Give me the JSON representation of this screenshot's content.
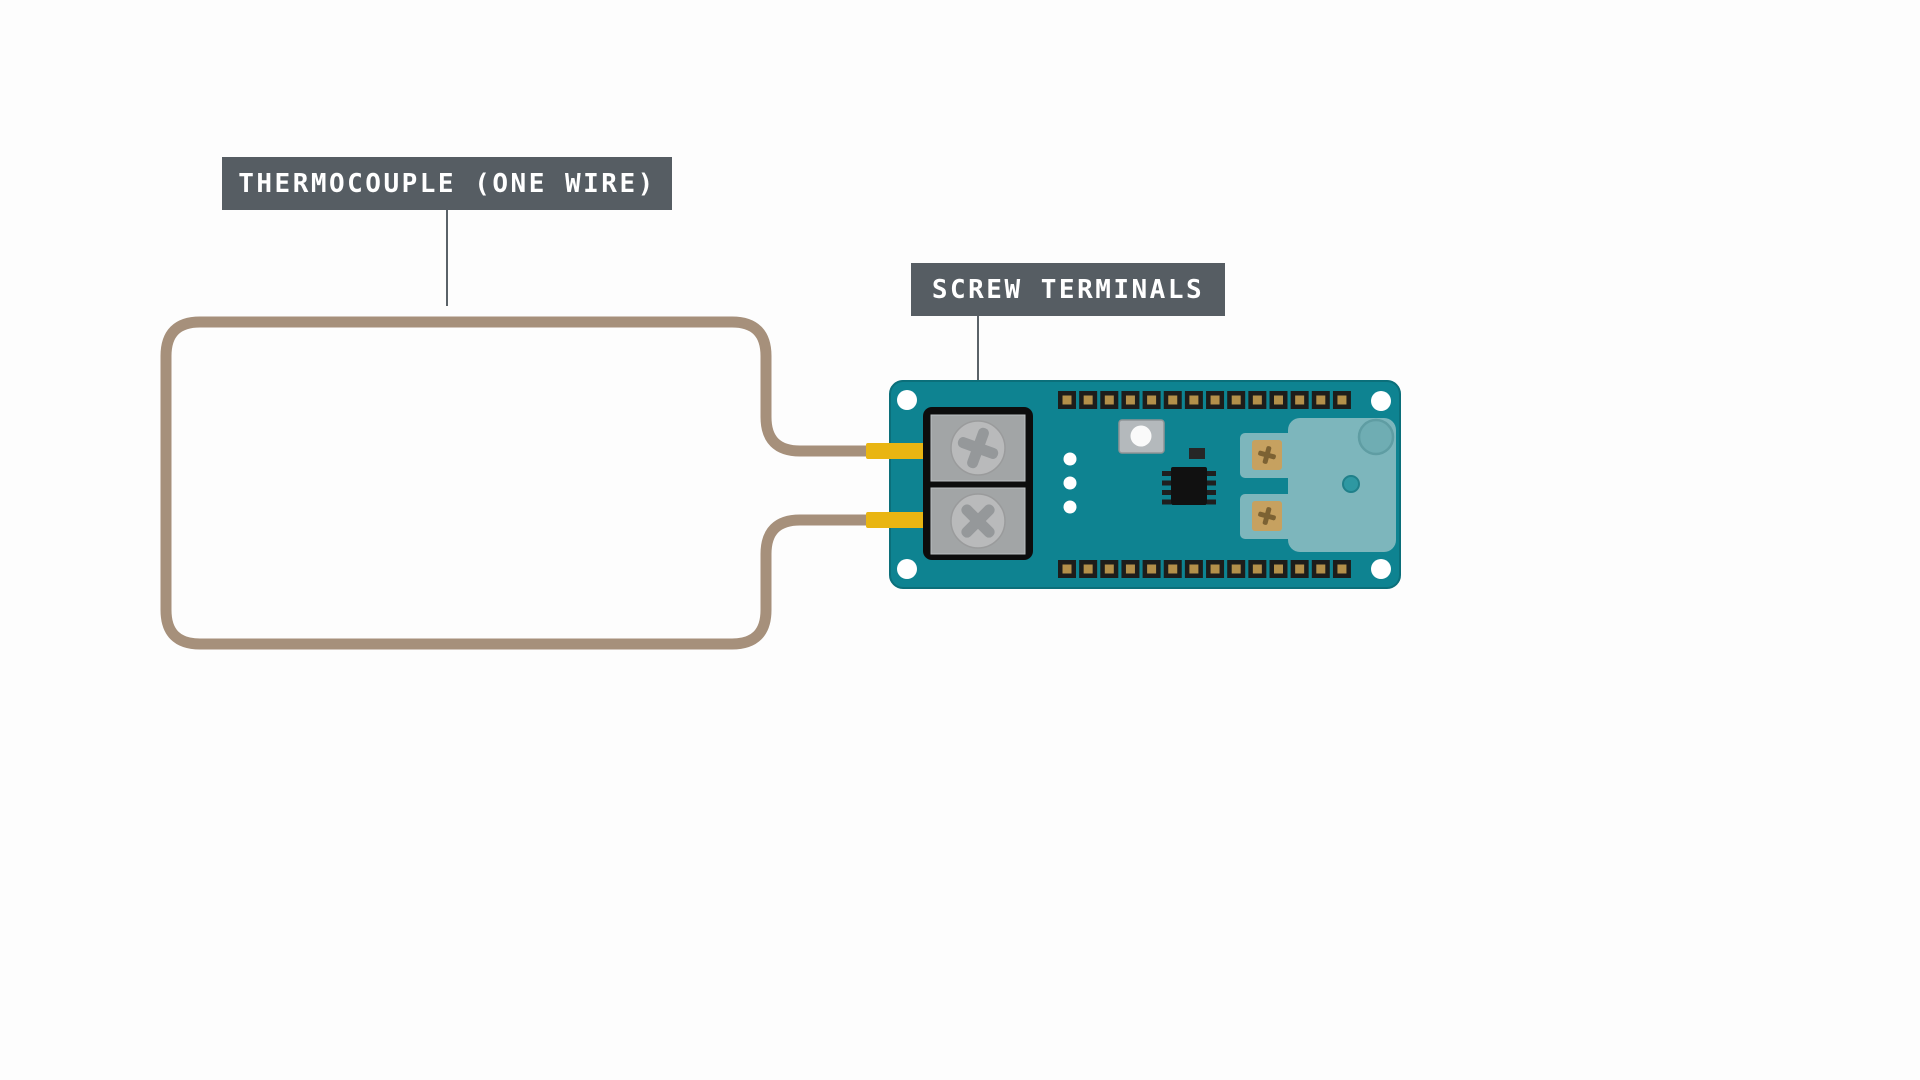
{
  "page": {
    "background": "#fdfdfd"
  },
  "labels": {
    "thermocouple": "THERMOCOUPLE (ONE WIRE)",
    "screw_terminals": "SCREW TERMINALS"
  },
  "board": {
    "header_pins_per_row": 14,
    "led_count": 3,
    "screw_terminal_count": 2,
    "connector_screw_count": 2
  },
  "colors": {
    "page_bg": "#fdfdfd",
    "label_bg": "#565d63",
    "label_text": "#ffffff",
    "leader": "#5a6268",
    "wire": "#a6907b",
    "pin_yellow": "#e9b512",
    "board": "#0e8391",
    "board_edge": "#0b6f7a",
    "hole_white": "#ffffff",
    "terminal_block": "#0d0d0d",
    "terminal_inner": "#a2a5a6",
    "screw_head": "#b9babb",
    "screw_edge": "#9a9b9c",
    "screw_slot": "#95989a",
    "pin_outer": "#1d1d1b",
    "pad_gold": "#b3904a",
    "button_body": "#b4b9bc",
    "button_cap": "#fafafa",
    "ic_body": "#111111",
    "connector": "#7db6bc",
    "connector_screw_pad": "#c6a160",
    "connector_screw_slot": "#7c6233",
    "speaker": "#6fadb3",
    "speaker_edge": "#5f9da3",
    "via": "#2e98a2"
  }
}
